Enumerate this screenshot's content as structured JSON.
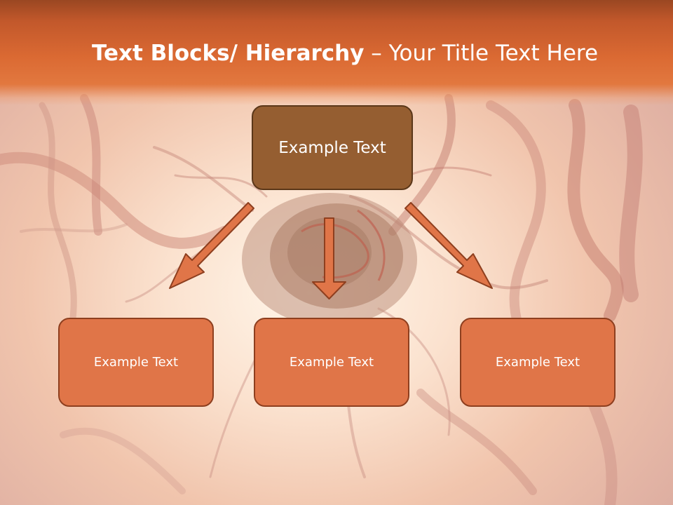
{
  "slide": {
    "title_bold": "Text Blocks/ Hierarchy",
    "title_rest": " – Your Title Text Here"
  },
  "hierarchy": {
    "top_box": "Example Text",
    "children": [
      "Example Text",
      "Example Text",
      "Example Text"
    ]
  },
  "colors": {
    "header": "#db6a33",
    "top_box_fill": "#955e31",
    "child_box_fill": "#e07548",
    "arrow_fill": "#e07548",
    "arrow_stroke": "#8e3f1f"
  },
  "icons": {
    "arrows": [
      "arrow-down-left-icon",
      "arrow-down-icon",
      "arrow-down-right-icon"
    ]
  }
}
